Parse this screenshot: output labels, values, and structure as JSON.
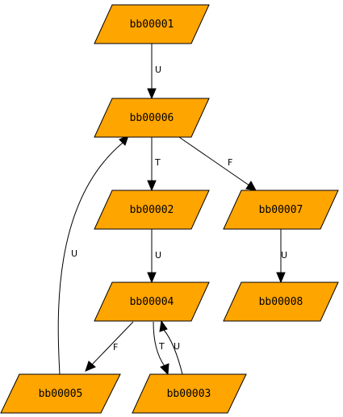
{
  "colors": {
    "node_fill": "#ffa500",
    "stroke": "#000000",
    "background": "#ffffff"
  },
  "nodes": {
    "bb00001": {
      "label": "bb00001"
    },
    "bb00006": {
      "label": "bb00006"
    },
    "bb00002": {
      "label": "bb00002"
    },
    "bb00007": {
      "label": "bb00007"
    },
    "bb00004": {
      "label": "bb00004"
    },
    "bb00008": {
      "label": "bb00008"
    },
    "bb00005": {
      "label": "bb00005"
    },
    "bb00003": {
      "label": "bb00003"
    }
  },
  "edges": [
    {
      "from": "bb00001",
      "to": "bb00006",
      "label": "U"
    },
    {
      "from": "bb00006",
      "to": "bb00002",
      "label": "T"
    },
    {
      "from": "bb00006",
      "to": "bb00007",
      "label": "F"
    },
    {
      "from": "bb00002",
      "to": "bb00004",
      "label": "U"
    },
    {
      "from": "bb00007",
      "to": "bb00008",
      "label": "U"
    },
    {
      "from": "bb00004",
      "to": "bb00005",
      "label": "F"
    },
    {
      "from": "bb00004",
      "to": "bb00003",
      "label": "T"
    },
    {
      "from": "bb00003",
      "to": "bb00004",
      "label": "U"
    },
    {
      "from": "bb00005",
      "to": "bb00006",
      "label": "U"
    }
  ]
}
